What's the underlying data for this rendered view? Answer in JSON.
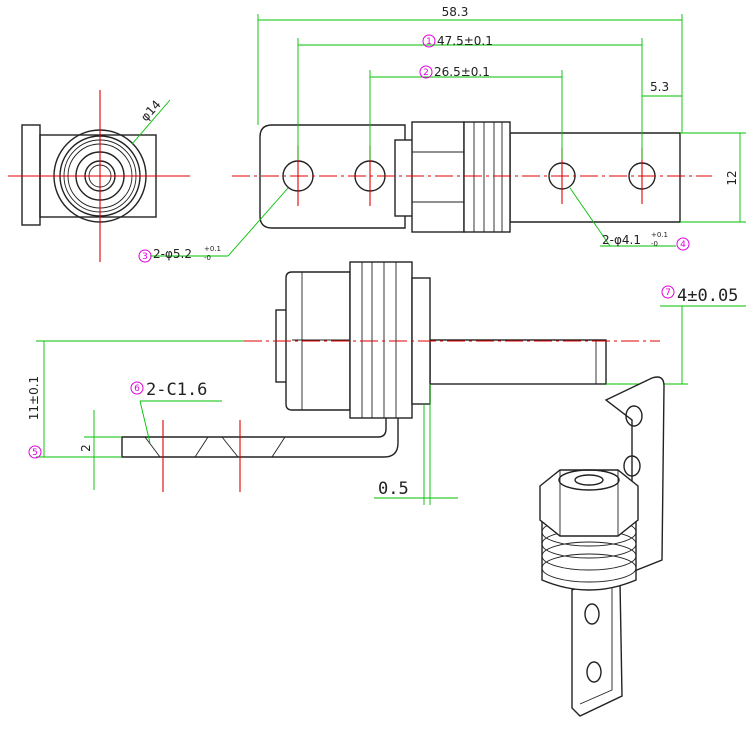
{
  "dimensions": {
    "overall_length": "58.3",
    "hole_pitch_outer": "47.5±0.1",
    "hole_pitch_inner": "26.5±0.1",
    "offset_end": "5.3",
    "strap_width": "12",
    "diameter_nut": "φ14",
    "holes_left": "2-φ5.2",
    "holes_left_tol_upper": "+0.1",
    "holes_left_tol_lower": "-0",
    "holes_right": "2-φ4.1",
    "holes_right_tol_upper": "+0.1",
    "holes_right_tol_lower": "-0",
    "offset_step": "4±0.05",
    "height_side": "11±0.1",
    "thickness": "2",
    "chamfer": "2-C1.6",
    "gap": "0.5"
  },
  "balloons": {
    "b1": "1",
    "b2": "2",
    "b3": "3",
    "b4": "4",
    "b5": "5",
    "b6": "6",
    "b7": "7"
  },
  "colors": {
    "outline": "#222222",
    "dimension": "#00c000",
    "centerline": "#e00000",
    "balloon": "#e000e0"
  }
}
